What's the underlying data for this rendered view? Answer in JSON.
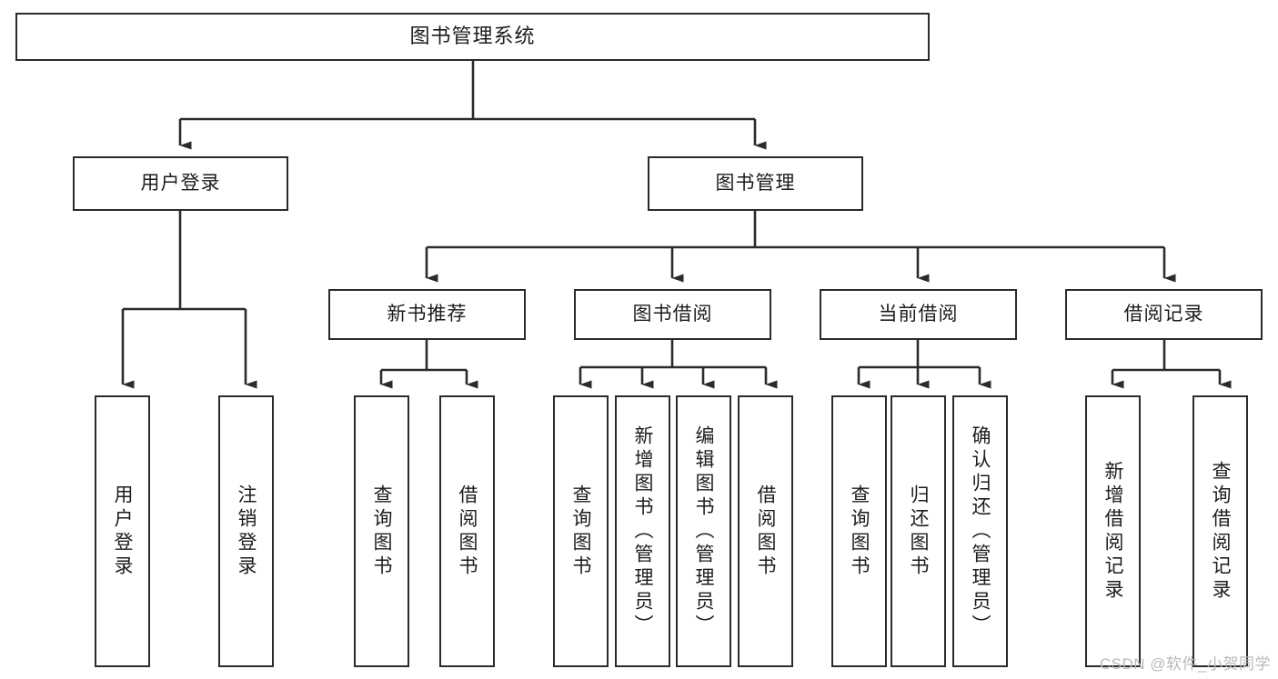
{
  "diagram": {
    "type": "tree-hierarchy",
    "title": "图书管理系统",
    "watermark": "CSDN @软件_小贺同学",
    "colors": {
      "border": "#2b2b2b",
      "background": "#ffffff",
      "text": "#1c1c1c",
      "watermark": "#b9b9b9"
    },
    "nodes": {
      "root": {
        "label": "图书管理系统",
        "level": 0
      },
      "level1": [
        {
          "id": "user-login",
          "label": "用户登录"
        },
        {
          "id": "book-manage",
          "label": "图书管理"
        }
      ],
      "level2": [
        {
          "id": "new-book-recommend",
          "label": "新书推荐",
          "parent": "book-manage"
        },
        {
          "id": "book-borrow",
          "label": "图书借阅",
          "parent": "book-manage"
        },
        {
          "id": "current-borrow",
          "label": "当前借阅",
          "parent": "book-manage"
        },
        {
          "id": "borrow-record",
          "label": "借阅记录",
          "parent": "book-manage"
        }
      ],
      "leaves": [
        {
          "id": "leaf-user-login",
          "label": "用户登录",
          "parent": "user-login"
        },
        {
          "id": "leaf-logout",
          "label": "注销登录",
          "parent": "user-login"
        },
        {
          "id": "leaf-query-book-1",
          "label": "查询图书",
          "parent": "new-book-recommend"
        },
        {
          "id": "leaf-borrow-book-1",
          "label": "借阅图书",
          "parent": "new-book-recommend"
        },
        {
          "id": "leaf-query-book-2",
          "label": "查询图书",
          "parent": "book-borrow"
        },
        {
          "id": "leaf-add-book",
          "label": "新增图书（管理员）",
          "parent": "book-borrow"
        },
        {
          "id": "leaf-edit-book",
          "label": "编辑图书（管理员）",
          "parent": "book-borrow"
        },
        {
          "id": "leaf-borrow-book-2",
          "label": "借阅图书",
          "parent": "book-borrow"
        },
        {
          "id": "leaf-query-book-3",
          "label": "查询图书",
          "parent": "current-borrow"
        },
        {
          "id": "leaf-return-book",
          "label": "归还图书",
          "parent": "current-borrow"
        },
        {
          "id": "leaf-confirm-return",
          "label": "确认归还（管理员）",
          "parent": "current-borrow"
        },
        {
          "id": "leaf-add-record",
          "label": "新增借阅记录",
          "parent": "borrow-record"
        },
        {
          "id": "leaf-query-record",
          "label": "查询借阅记录",
          "parent": "borrow-record"
        }
      ]
    }
  }
}
